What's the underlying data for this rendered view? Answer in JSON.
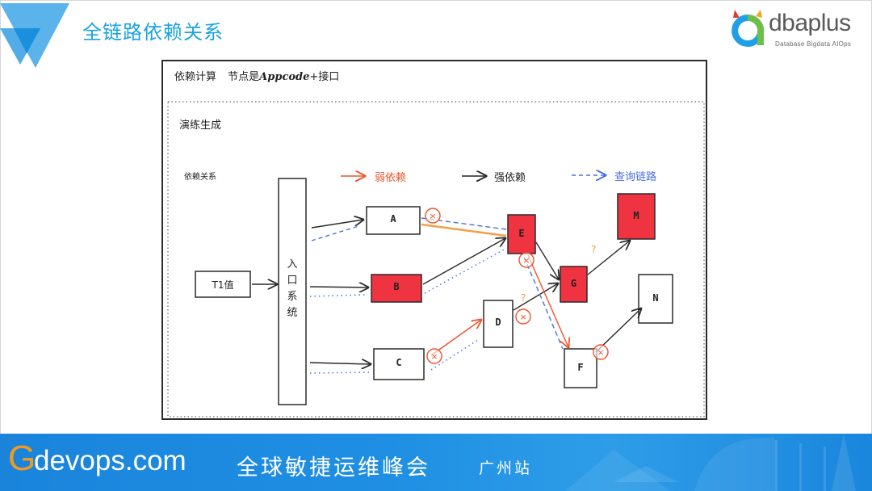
{
  "slide": {
    "title": "全链路依赖关系"
  },
  "brand": {
    "name": "dbaplus",
    "tagline": "Database Bigdata AIOps"
  },
  "diagram": {
    "header": "依赖计算",
    "subheader_prefix": "节点是",
    "subheader_code": "Appcode",
    "subheader_suffix": "+接口",
    "section_label": "演练生成",
    "relation_label": "依赖关系",
    "legend": [
      {
        "label": "弱依赖",
        "style": "weak",
        "color": "#f0522a"
      },
      {
        "label": "强依赖",
        "style": "strong",
        "color": "#222222"
      },
      {
        "label": "查询链路",
        "style": "query",
        "color": "#4a6fe0"
      }
    ],
    "entry_node": "T1值",
    "entry_system": [
      "入",
      "口",
      "系",
      "统"
    ],
    "nodes": [
      {
        "id": "A",
        "failed": false
      },
      {
        "id": "B",
        "failed": true
      },
      {
        "id": "C",
        "failed": false
      },
      {
        "id": "D",
        "failed": false
      },
      {
        "id": "E",
        "failed": true
      },
      {
        "id": "F",
        "failed": false
      },
      {
        "id": "G",
        "failed": true
      },
      {
        "id": "M",
        "failed": true
      },
      {
        "id": "N",
        "failed": false
      }
    ],
    "question_mark": "?",
    "colors": {
      "failed_fill": "#ef3340",
      "weak": "#f0522a",
      "weak_highlight": "#f2a14a",
      "query": "#4a6fe0",
      "question": "#f0a030"
    }
  },
  "footer": {
    "logo_letter": "G",
    "site": "devops.com",
    "slogan": "全球敏捷运维峰会",
    "city": "广州站"
  }
}
